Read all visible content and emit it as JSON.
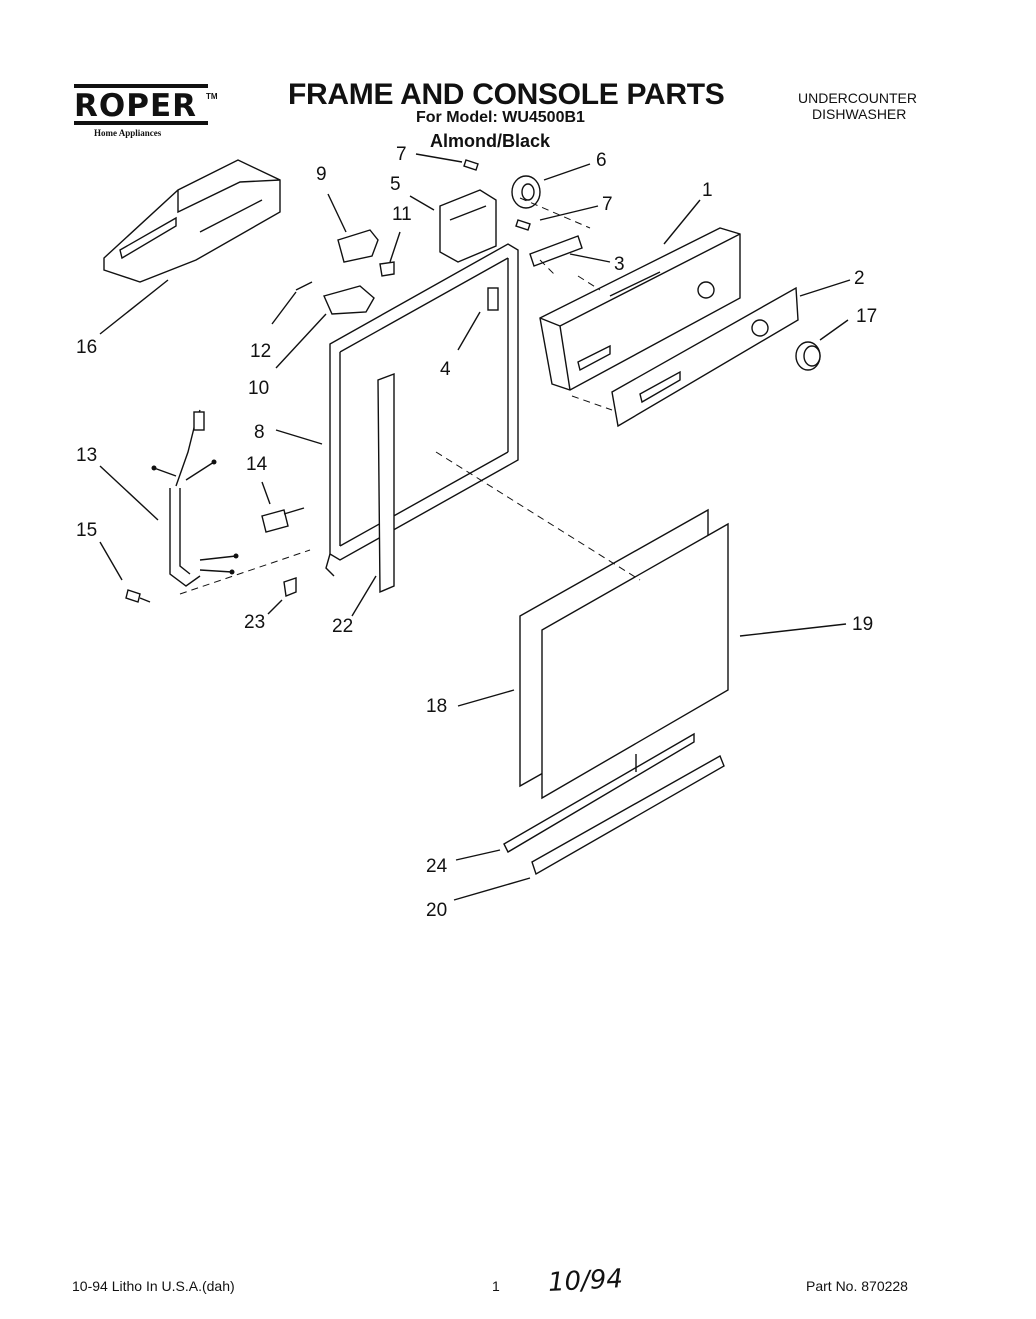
{
  "header": {
    "brand": "ROPER",
    "brand_tm": "TM",
    "brand_sub": "Home Appliances",
    "title": "FRAME AND CONSOLE PARTS",
    "model": "For Model: WU4500B1",
    "color": "Almond/Black",
    "appliance_type_line1": "UNDERCOUNTER",
    "appliance_type_line2": "DISHWASHER"
  },
  "callouts": [
    "1",
    "2",
    "3",
    "4",
    "5",
    "6",
    "7",
    "7",
    "8",
    "9",
    "10",
    "11",
    "12",
    "13",
    "14",
    "15",
    "16",
    "17",
    "18",
    "19",
    "20",
    "22",
    "23",
    "24"
  ],
  "footer": {
    "print_info": "10-94 Litho In U.S.A.(dah)",
    "page": "1",
    "handwritten": "10/94",
    "part_number": "Part No. 870228"
  }
}
